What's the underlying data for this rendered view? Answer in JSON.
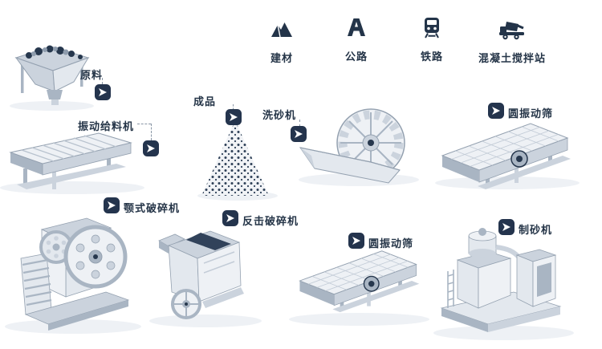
{
  "legend": {
    "items": [
      {
        "id": "building-materials",
        "label": "建材"
      },
      {
        "id": "highway",
        "label": "公路"
      },
      {
        "id": "railway",
        "label": "铁路"
      },
      {
        "id": "concrete-mixing-plant",
        "label": "混凝土搅拌站"
      }
    ]
  },
  "nodes": [
    {
      "id": "raw-material",
      "label": "原料"
    },
    {
      "id": "vibrating-feeder",
      "label": "振动给料机"
    },
    {
      "id": "finished-product",
      "label": "成品"
    },
    {
      "id": "sand-washer",
      "label": "洗砂机"
    },
    {
      "id": "circular-vibrating-screen-1",
      "label": "圆振动筛"
    },
    {
      "id": "jaw-crusher",
      "label": "颚式破碎机"
    },
    {
      "id": "impact-crusher",
      "label": "反击破碎机"
    },
    {
      "id": "circular-vibrating-screen-2",
      "label": "圆振动筛"
    },
    {
      "id": "sand-making-machine",
      "label": "制砂机"
    }
  ],
  "colors": {
    "badge": "#24344d",
    "text": "#243447",
    "accent_navy": "#26374d",
    "machine_light": "#eef1f5",
    "machine_mid": "#cbd3dd",
    "machine_dark": "#a9b5c3"
  }
}
